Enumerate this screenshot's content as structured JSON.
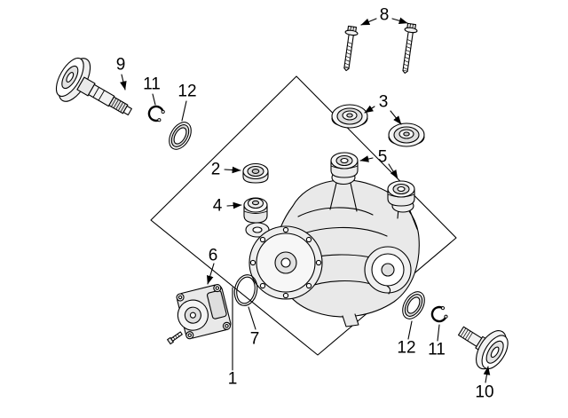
{
  "canvas": {
    "background": "#ffffff",
    "line_color": "#000000",
    "fill_light": "#ebebeb",
    "fill_mid": "#d9d9d9"
  },
  "callouts": [
    {
      "id": "callout-8",
      "label": "8",
      "part": "mounting-bolts"
    },
    {
      "id": "callout-9",
      "label": "9",
      "part": "left-stub-axle"
    },
    {
      "id": "callout-11-left",
      "label": "11",
      "part": "left-snap-ring"
    },
    {
      "id": "callout-12-left",
      "label": "12",
      "part": "left-shaft-seal"
    },
    {
      "id": "callout-3",
      "label": "3",
      "part": "upper-mount-bushings"
    },
    {
      "id": "callout-2",
      "label": "2",
      "part": "front-upper-bushing"
    },
    {
      "id": "callout-5",
      "label": "5",
      "part": "lower-mount-bushings"
    },
    {
      "id": "callout-4",
      "label": "4",
      "part": "front-lower-bushing"
    },
    {
      "id": "callout-6",
      "label": "6",
      "part": "control-pump-unit"
    },
    {
      "id": "callout-7",
      "label": "7",
      "part": "o-ring"
    },
    {
      "id": "callout-1",
      "label": "1",
      "part": "differential-assembly"
    },
    {
      "id": "callout-12-right",
      "label": "12",
      "part": "right-shaft-seal"
    },
    {
      "id": "callout-11-right",
      "label": "11",
      "part": "right-snap-ring"
    },
    {
      "id": "callout-10",
      "label": "10",
      "part": "right-stub-axle-flange"
    }
  ]
}
